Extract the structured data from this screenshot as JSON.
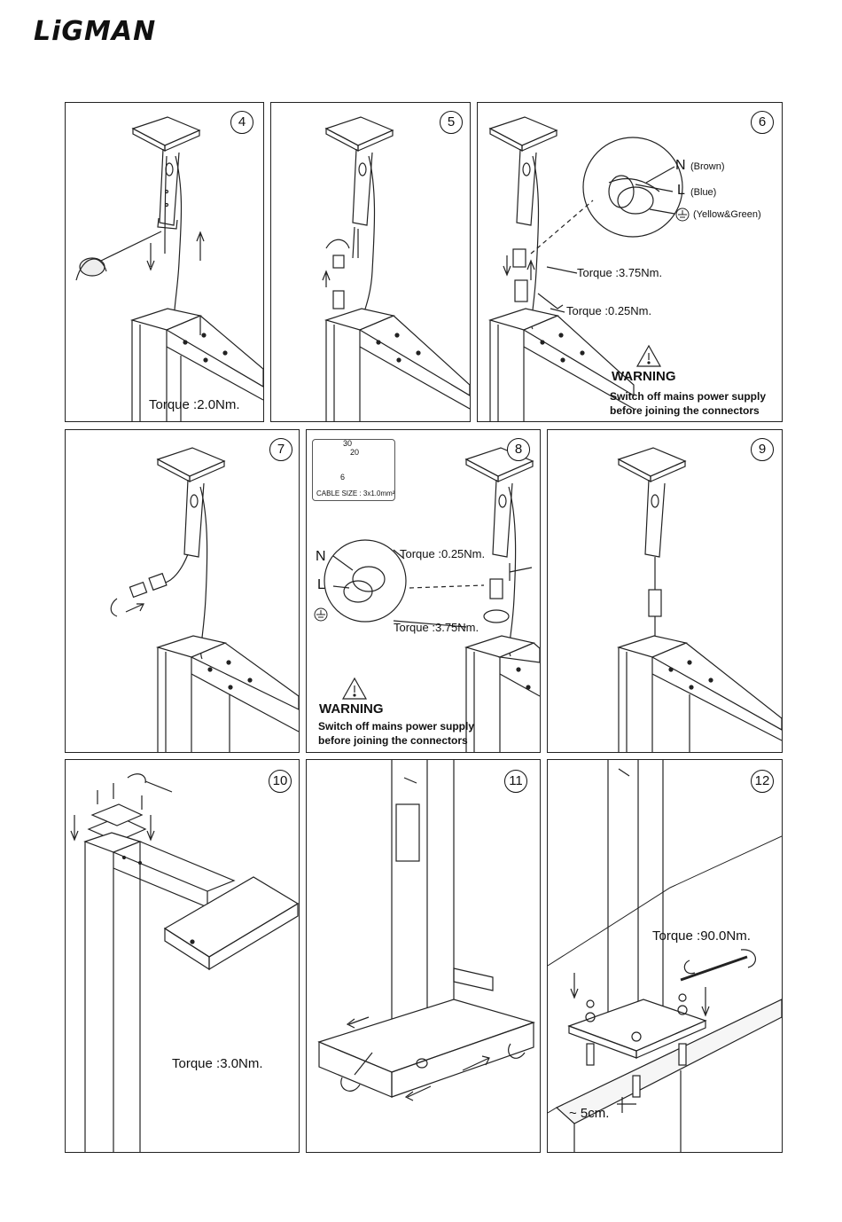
{
  "brand": {
    "logo": "LiGMAN"
  },
  "steps": [
    {
      "number": "4",
      "labels": {
        "torque": "Torque :2.0Nm."
      }
    },
    {
      "number": "5",
      "labels": {}
    },
    {
      "number": "6",
      "labels": {
        "n": "N",
        "n_color": "(Brown)",
        "l": "L",
        "l_color": "(Blue)",
        "e_color": "(Yellow&Green)",
        "torque_a": "Torque :3.75Nm.",
        "torque_b": "Torque :0.25Nm.",
        "warning": "WARNING",
        "warning_line1": "Switch off mains power supply",
        "warning_line2": "before joining the connectors"
      }
    },
    {
      "number": "7",
      "labels": {}
    },
    {
      "number": "8",
      "labels": {
        "dim_30": "30",
        "dim_20": "20",
        "dim_6": "6",
        "cable_size": "CABLE SIZE : 3x1.0mm²",
        "n": "N",
        "l": "L",
        "torque_a": "Torque :0.25Nm.",
        "torque_b": "Torque :3.75Nm.",
        "warning": "WARNING",
        "warning_line1": "Switch off mains power supply",
        "warning_line2": "before joining the connectors"
      }
    },
    {
      "number": "9",
      "labels": {}
    },
    {
      "number": "10",
      "labels": {
        "torque": "Torque :3.0Nm."
      }
    },
    {
      "number": "11",
      "labels": {}
    },
    {
      "number": "12",
      "labels": {
        "torque": "Torque :90.0Nm.",
        "gap": "~ 5cm."
      }
    }
  ],
  "icons": [
    "screwdriver-icon",
    "rotate-arrow-icon",
    "wrench-icon",
    "warning-triangle-icon",
    "earth-symbol-icon",
    "arrow-up-icon",
    "arrow-down-icon"
  ]
}
